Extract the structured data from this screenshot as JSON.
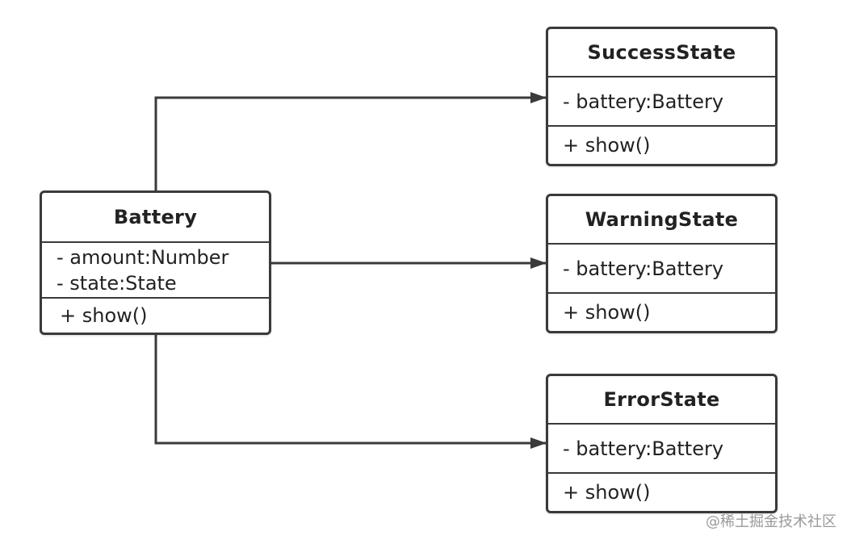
{
  "diagram": {
    "classes": [
      {
        "id": "battery",
        "name": "Battery",
        "attributes": [
          "- amount:Number",
          "- state:State"
        ],
        "operations": [
          "+ show()"
        ]
      },
      {
        "id": "success",
        "name": "SuccessState",
        "attributes": [
          "- battery:Battery"
        ],
        "operations": [
          "+ show()"
        ]
      },
      {
        "id": "warning",
        "name": "WarningState",
        "attributes": [
          "- battery:Battery"
        ],
        "operations": [
          "+ show()"
        ]
      },
      {
        "id": "error",
        "name": "ErrorState",
        "attributes": [
          "- battery:Battery"
        ],
        "operations": [
          "+ show()"
        ]
      }
    ],
    "associations": [
      {
        "from": "battery",
        "to": "success"
      },
      {
        "from": "battery",
        "to": "warning"
      },
      {
        "from": "battery",
        "to": "error"
      }
    ],
    "colors": {
      "line": "#3a3a3a",
      "background": "#ffffff",
      "watermark": "#9a9a9a"
    }
  },
  "watermark": "@稀土掘金技术社区"
}
